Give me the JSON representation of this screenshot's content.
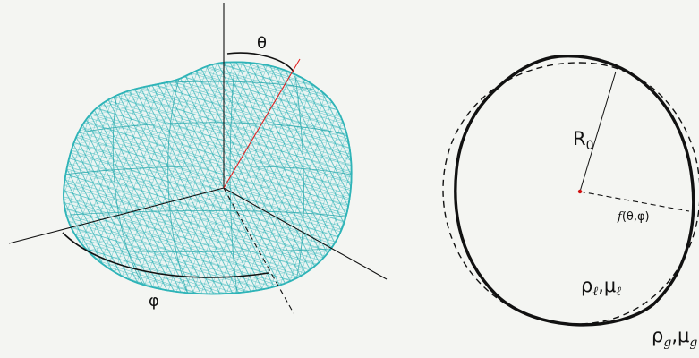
{
  "left_panel": {
    "theta_label": "θ",
    "phi_label": "φ"
  },
  "right_panel": {
    "radius_label": "R",
    "radius_subscript": "0",
    "perturbation_f": "f",
    "perturbation_args": "(θ,φ)",
    "liquid_rho": "ρ",
    "liquid_mu": "μ",
    "liquid_sub": "ℓ",
    "gas_rho": "ρ",
    "gas_mu": "μ",
    "gas_sub": "g",
    "comma": ","
  },
  "colors": {
    "mesh": "#2fb4b8",
    "normal_line": "#e02020",
    "outline": "#111111",
    "center_dot": "#d01010",
    "background": "#f4f5f2"
  }
}
